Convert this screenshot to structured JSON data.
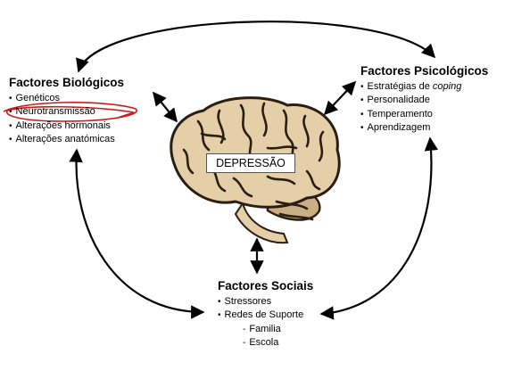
{
  "center": {
    "label": "DEPRESSÃO"
  },
  "biological": {
    "title": "Factores Biológicos",
    "items": [
      {
        "text": "Genéticos",
        "bullet": "•"
      },
      {
        "text": "Neurotransmissão",
        "bullet": "•",
        "highlight": true
      },
      {
        "text": "Alterações hormonais",
        "bullet": "•"
      },
      {
        "text": "Alterações anatómicas",
        "bullet": "•"
      }
    ]
  },
  "psychological": {
    "title": "Factores Psicológicos",
    "items": [
      {
        "text_plain": "Estratégias de ",
        "text_italic": "coping",
        "bullet": "•"
      },
      {
        "text": "Personalidade",
        "bullet": "•"
      },
      {
        "text": "Temperamento",
        "bullet": "•"
      },
      {
        "text": "Aprendizagem",
        "bullet": "•"
      }
    ]
  },
  "social": {
    "title": "Factores Sociais",
    "items": [
      {
        "text": "Stressores",
        "bullet": "•"
      },
      {
        "text": "Redes de Suporte",
        "bullet": "•"
      }
    ],
    "subitems": [
      {
        "text": "Familia",
        "bullet": "-"
      },
      {
        "text": "Escola",
        "bullet": "-"
      }
    ]
  },
  "colors": {
    "line": "#000000",
    "highlight": "#d11a1a",
    "brain_fill": "#e4cfa9",
    "brain_shadow": "#2a1e12"
  },
  "icons": [
    "brain-illustration",
    "double-headed-arrow"
  ]
}
